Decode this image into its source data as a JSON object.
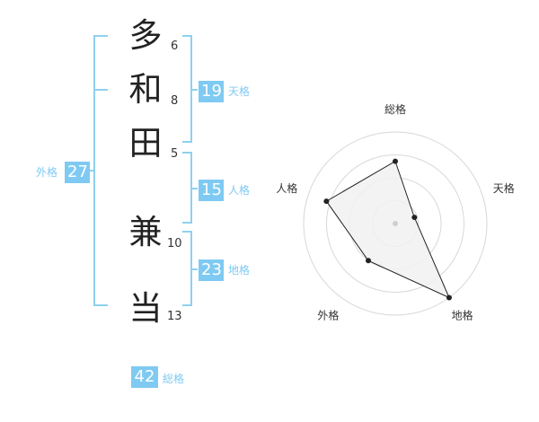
{
  "colors": {
    "accent": "#7fcaf2",
    "bracket": "#8fd0f0",
    "radar_fill": "#f1f1f1",
    "radar_ring": "#d8d8d8",
    "radar_line": "#222222"
  },
  "name": {
    "characters": [
      {
        "char": "多",
        "strokes": "6"
      },
      {
        "char": "和",
        "strokes": "8"
      },
      {
        "char": "田",
        "strokes": "5"
      },
      {
        "char": "兼",
        "strokes": "10"
      },
      {
        "char": "当",
        "strokes": "13"
      }
    ]
  },
  "grades": {
    "tenkaku": {
      "value": "19",
      "label": "天格"
    },
    "jinkaku": {
      "value": "15",
      "label": "人格"
    },
    "chikaku": {
      "value": "23",
      "label": "地格"
    },
    "gaikaku": {
      "value": "27",
      "label": "外格"
    },
    "soukaku": {
      "value": "42",
      "label": "総格"
    }
  },
  "chart_data": {
    "type": "radar",
    "axes": [
      "総格",
      "天格",
      "地格",
      "外格",
      "人格"
    ],
    "values": [
      0.68,
      0.22,
      1.0,
      0.5,
      0.79
    ],
    "rings": 4
  }
}
